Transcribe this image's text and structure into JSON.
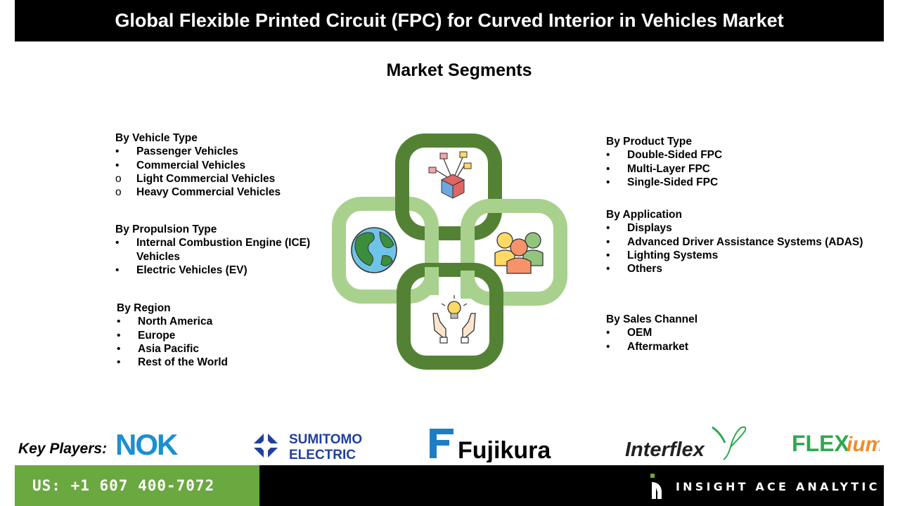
{
  "header": {
    "title": "Global Flexible Printed Circuit (FPC) for Curved Interior in Vehicles Market",
    "subtitle": "Market Segments"
  },
  "segments": {
    "vehicle_type": {
      "heading": "By Vehicle Type",
      "items": [
        {
          "bullet": "•",
          "label": "Passenger Vehicles"
        },
        {
          "bullet": "•",
          "label": "Commercial Vehicles"
        },
        {
          "bullet": "o",
          "label": "Light Commercial Vehicles"
        },
        {
          "bullet": "o",
          "label": "Heavy Commercial Vehicles"
        }
      ]
    },
    "propulsion_type": {
      "heading": "By Propulsion Type",
      "items": [
        {
          "bullet": "•",
          "label": "Internal Combustion Engine (ICE) Vehicles"
        },
        {
          "bullet": "•",
          "label": "Electric Vehicles (EV)"
        }
      ]
    },
    "region": {
      "heading": "By Region",
      "items": [
        {
          "bullet": "•",
          "label": "North America"
        },
        {
          "bullet": "•",
          "label": "Europe"
        },
        {
          "bullet": "•",
          "label": "Asia Pacific"
        },
        {
          "bullet": "•",
          "label": "Rest of the World"
        }
      ]
    },
    "product_type": {
      "heading": "By  Product Type",
      "items": [
        {
          "bullet": "•",
          "label": "Double-Sided FPC"
        },
        {
          "bullet": "•",
          "label": "Multi-Layer FPC"
        },
        {
          "bullet": "•",
          "label": "Single-Sided FPC"
        }
      ]
    },
    "application": {
      "heading": "By  Application",
      "items": [
        {
          "bullet": "•",
          "label": "Displays"
        },
        {
          "bullet": "•",
          "label": "Advanced Driver Assistance Systems (ADAS)"
        },
        {
          "bullet": "•",
          "label": "Lighting Systems"
        },
        {
          "bullet": "•",
          "label": "Others"
        }
      ]
    },
    "sales_channel": {
      "heading": "By Sales Channel",
      "items": [
        {
          "bullet": "•",
          "label": "OEM"
        },
        {
          "bullet": "•",
          "label": "Aftermarket"
        }
      ]
    }
  },
  "graphic": {
    "colors": {
      "dark_green": "#548235",
      "light_green": "#a9d18e"
    },
    "icons": [
      "network-cube-icon",
      "globe-icon",
      "people-group-icon",
      "hands-lightbulb-icon"
    ]
  },
  "key_players": {
    "label": "Key Players:",
    "logos": [
      {
        "name": "NOK",
        "text": "NOK",
        "color": "#1b8fd1"
      },
      {
        "name": "Sumitomo Electric",
        "text_line1": "SUMITOMO",
        "text_line2": "ELECTRIC",
        "color": "#1f3f9e"
      },
      {
        "name": "Fujikura",
        "text": "Fujikura",
        "color": "#000000",
        "mark_color": "#1d7fc1"
      },
      {
        "name": "Interflex",
        "text": "Interflex",
        "color": "#231f20",
        "mark_color": "#2fa84f"
      },
      {
        "name": "Flexium",
        "text_a": "FLEX",
        "text_b": "ium",
        "color_a": "#2fa84f",
        "color_b": "#f28c28"
      }
    ]
  },
  "footer": {
    "phone": "US: +1 607 400-7072",
    "brand": "INSIGHT ACE ANALYTIC",
    "colors": {
      "green": "#6aa840",
      "black": "#000000"
    }
  }
}
